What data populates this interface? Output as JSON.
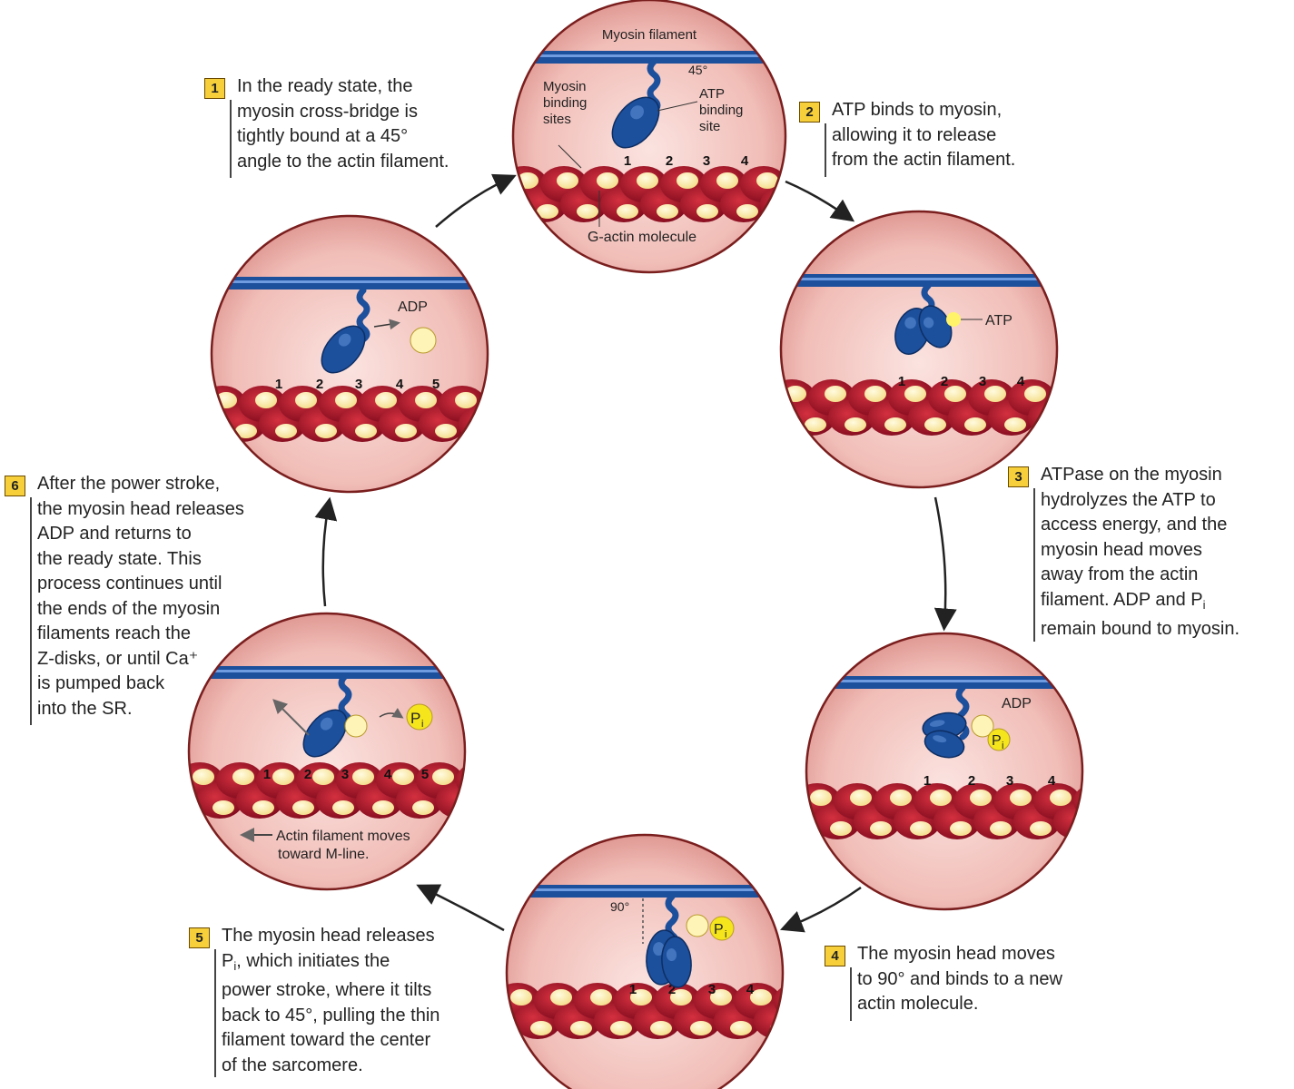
{
  "steps": [
    {
      "badge": "1",
      "lines": [
        "In the ready state, the",
        "myosin cross-bridge is",
        "tightly bound at a 45°",
        "angle to the actin filament."
      ]
    },
    {
      "badge": "2",
      "lines": [
        "ATP binds to myosin,",
        "allowing it to release",
        "from the actin filament."
      ]
    },
    {
      "badge": "3",
      "lines": [
        "ATPase on the myosin",
        "hydrolyzes the ATP to",
        "access energy, and the",
        "myosin head moves",
        "away from the actin"
      ],
      "line6": "filament. ADP and P",
      "line6_sub": "i",
      "line7": "remain bound to myosin."
    },
    {
      "badge": "4",
      "lines": [
        "The myosin head moves",
        "to 90° and binds to a new",
        "actin molecule."
      ]
    },
    {
      "badge": "5",
      "line1": "The myosin head releases",
      "line2": "P",
      "line2_sub": "i",
      "line2_rest": ", which initiates the",
      "lines": [
        "power stroke, where it tilts",
        "back to 45°, pulling the thin",
        "filament toward the center",
        "of the sarcomere."
      ]
    },
    {
      "badge": "6",
      "lines": [
        "After the power stroke,",
        "the myosin head releases",
        "ADP and returns to",
        "the ready state. This",
        "process continues until",
        "the ends of the myosin",
        "filaments reach the",
        "Z-disks, or until Ca⁺",
        "is pumped back",
        "into the SR."
      ]
    }
  ],
  "labels": {
    "myosin_filament": "Myosin filament",
    "myosin_binding_sites": [
      "Myosin",
      "binding",
      "sites"
    ],
    "atp_binding_site": [
      "ATP",
      "binding",
      "site"
    ],
    "angle_45": "45°",
    "g_actin": "G-actin molecule",
    "atp": "ATP",
    "adp": "ADP",
    "pi": "P",
    "pi_sub": "i",
    "angle_90": "90°",
    "actin_moves": [
      "Actin filament moves",
      "toward M-line."
    ]
  },
  "site_numbers": {
    "c1": [
      "1",
      "2",
      "3",
      "4"
    ],
    "c2": [
      "1",
      "2",
      "3",
      "4"
    ],
    "c3": [
      "1",
      "2",
      "3",
      "4"
    ],
    "c4": [
      "1",
      "2",
      "3",
      "4"
    ],
    "c5": [
      "1",
      "2",
      "3",
      "4",
      "5"
    ],
    "c6": [
      "1",
      "2",
      "3",
      "4",
      "5"
    ]
  },
  "colors": {
    "circle_fill": "#f2c7c2",
    "circle_edge": "#7a1e1e",
    "myosin_blue": "#1c4f9c",
    "actin_red": "#a5122a",
    "actin_globule": "#fff4b8",
    "pi_yellow": "#f5e51d",
    "badge_yellow": "#f6cf3b"
  }
}
